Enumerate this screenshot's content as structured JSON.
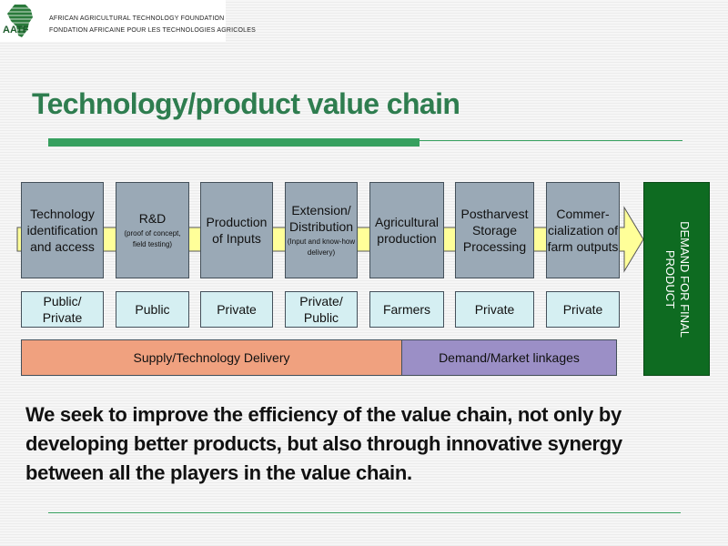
{
  "logo": {
    "abbr": "AATF",
    "line1": "AFRICAN AGRICULTURAL TECHNOLOGY FOUNDATION",
    "line2": "FONDATION AFRICAINE POUR LES TECHNOLOGIES AGRICOLES"
  },
  "title": "Technology/product value chain",
  "stages": [
    {
      "label": "Technology identification and access",
      "sub": ""
    },
    {
      "label": "R&D",
      "sub": "(proof of concept, field testing)"
    },
    {
      "label": "Production of Inputs",
      "sub": ""
    },
    {
      "label": "Extension/ Distribution",
      "sub": "(Input and know-how delivery)"
    },
    {
      "label": "Agricultural production",
      "sub": ""
    },
    {
      "label": "Postharvest Storage Processing",
      "sub": ""
    },
    {
      "label": "Commer-cialization of farm outputs",
      "sub": ""
    }
  ],
  "owners": [
    "Public/ Private",
    "Public",
    "Private",
    "Private/ Public",
    "Farmers",
    "Private",
    "Private"
  ],
  "bars": {
    "supply": "Supply/Technology Delivery",
    "demand": "Demand/Market linkages"
  },
  "demand_box": "DEMAND FOR FINAL PRODUCT",
  "body": "We seek to improve the efficiency of the value chain, not only by developing better products, but also through innovative synergy between all the players in the value chain.",
  "colors": {
    "title": "#2e7d4f",
    "rule": "#37a05f",
    "stage_fill": "#9aa9b6",
    "owner_fill": "#d5eff2",
    "arrow_fill": "#ffff99",
    "supply_fill": "#f0a17f",
    "demand_fill": "#9b8fc6",
    "demand_box_fill": "#0e6b21"
  }
}
